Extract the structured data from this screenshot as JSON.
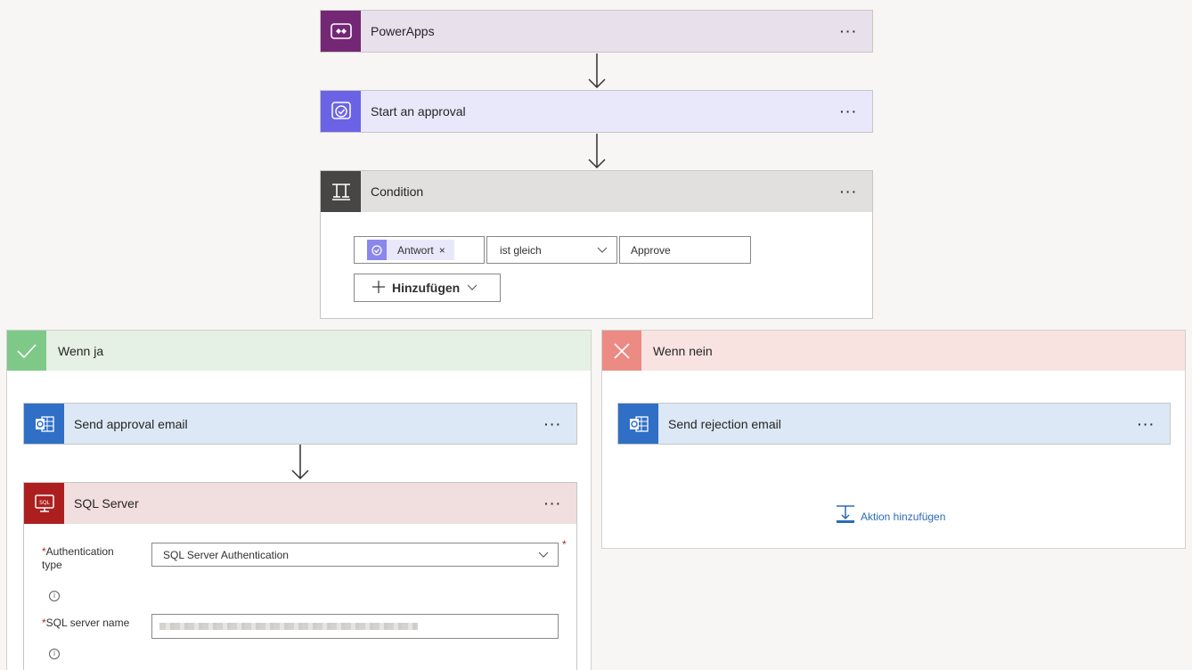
{
  "flow": {
    "trigger": {
      "title": "PowerApps",
      "menu": "···"
    },
    "approval": {
      "title": "Start an approval",
      "menu": "···"
    },
    "condition": {
      "title": "Condition",
      "menu": "···",
      "token_label": "Antwort",
      "token_remove": "×",
      "operator": "ist gleich",
      "value": "Approve",
      "add_button": "Hinzufügen"
    }
  },
  "branch_yes": {
    "title": "Wenn ja",
    "send_email": {
      "title": "Send approval email",
      "menu": "···"
    },
    "sql": {
      "title": "SQL Server",
      "menu": "···",
      "auth_label_line1": "Authentication",
      "auth_label_line2": "type",
      "auth_value": "SQL Server Authentication",
      "server_label": "SQL server name",
      "required_mark": "*"
    }
  },
  "branch_no": {
    "title": "Wenn nein",
    "send_email": {
      "title": "Send rejection email",
      "menu": "···"
    },
    "add_action": "Aktion hinzufügen"
  },
  "colors": {
    "powerapps_icon": "#742774",
    "powerapps_head": "#e8e1ec",
    "approval_icon": "#6a63e6",
    "approval_head": "#e9e8fb",
    "condition_icon": "#484644",
    "condition_head": "#e1e0df",
    "yes_icon": "#7fc988",
    "yes_head": "#e4f1e4",
    "no_icon": "#ec8a84",
    "no_head": "#f8e3e1",
    "outlook_icon": "#2f6fc6",
    "outlook_head": "#dce8f5",
    "sql_icon": "#ad1f1f",
    "sql_head": "#f1dede",
    "link": "#2b6bb5"
  }
}
